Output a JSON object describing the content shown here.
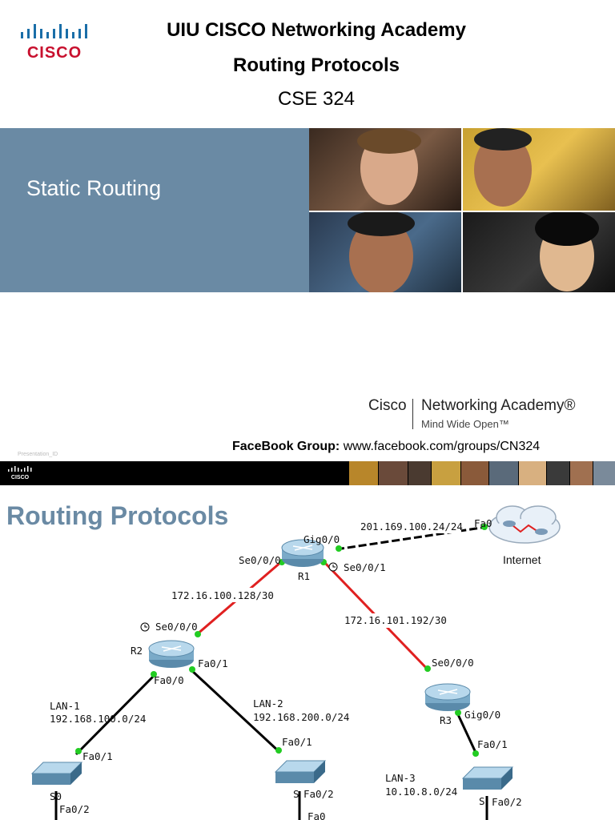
{
  "slide1": {
    "title_line1": "UIU CISCO Networking Academy",
    "title_line2": "Routing Protocols",
    "title_line3": "CSE 324",
    "band_title": "Static Routing",
    "na_cisco": "Cisco",
    "na_name": "Networking Academy®",
    "na_tagline": "Mind Wide Open™",
    "facebook_label": "FaceBook Group:",
    "facebook_url": "www.facebook.com/groups/CN324",
    "presentation_id": "Presentation_ID",
    "brand_color": "#6a8aa4"
  },
  "slide2": {
    "title": "Routing Protocols",
    "network": {
      "internet_label": "Internet",
      "internet_link": "201.169.100.24/24",
      "internet_port": "Fa0",
      "r1": {
        "name": "R1",
        "gig": "Gig0/0",
        "se00": "Se0/0/0",
        "se01": "Se0/0/1"
      },
      "r2": {
        "name": "R2",
        "se00": "Se0/0/0",
        "fa00": "Fa0/0",
        "fa01": "Fa0/1"
      },
      "r3": {
        "name": "R3",
        "se00": "Se0/0/0",
        "gig": "Gig0/0"
      },
      "link_r1_r2": "172.16.100.128/30",
      "link_r1_r3": "172.16.101.192/30",
      "lan1": {
        "name": "LAN-1",
        "net": "192.168.100.0/24",
        "sw_up": "Fa0/1",
        "sw_down": "Fa0/2",
        "sw_label": "S0"
      },
      "lan2": {
        "name": "LAN-2",
        "net": "192.168.200.0/24",
        "sw_up": "Fa0/1",
        "sw_down": "Fa0/2",
        "sw_label": "S",
        "sw_fa": "Fa0"
      },
      "lan3": {
        "name": "LAN-3",
        "net": "10.10.8.0/24",
        "sw_up": "Fa0/1",
        "sw_down": "Fa0/2",
        "sw_label": "S"
      }
    }
  }
}
